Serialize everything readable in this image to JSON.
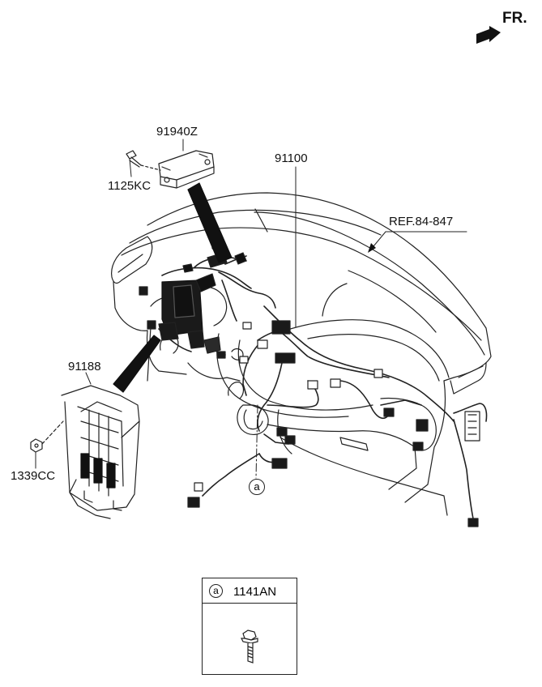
{
  "direction": {
    "label": "FR.",
    "icon": "front-arrow-icon"
  },
  "parts": {
    "sensor_module": "91940Z",
    "sensor_bolt": "1125KC",
    "main_harness": "91100",
    "reference": "REF.84-847",
    "junction_box": "91188",
    "nut": "1339CC"
  },
  "callout_marker": "a",
  "legend": {
    "marker": "a",
    "part_number": "1141AN",
    "icon": "flange-bolt-icon"
  }
}
